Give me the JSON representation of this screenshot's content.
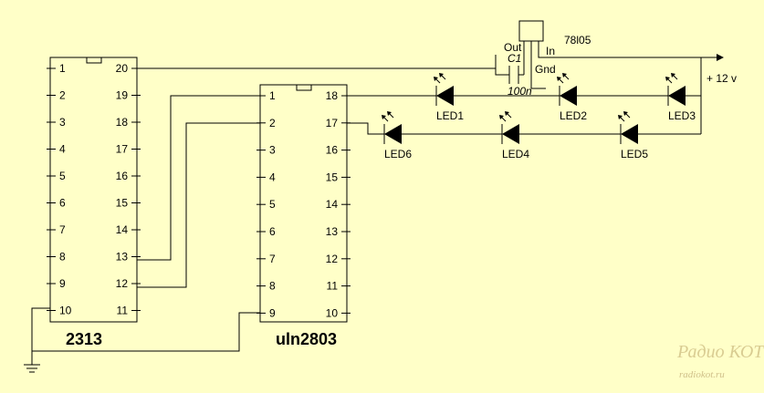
{
  "ic_2313": {
    "name": "2313",
    "left_pins": [
      "1",
      "2",
      "3",
      "4",
      "5",
      "6",
      "7",
      "8",
      "9",
      "10"
    ],
    "right_pins": [
      "20",
      "19",
      "18",
      "17",
      "16",
      "15",
      "14",
      "13",
      "12",
      "11"
    ]
  },
  "ic_uln": {
    "name": "uln2803",
    "left_pins": [
      "1",
      "2",
      "3",
      "4",
      "5",
      "6",
      "7",
      "8",
      "9"
    ],
    "right_pins": [
      "18",
      "17",
      "16",
      "15",
      "14",
      "13",
      "12",
      "11",
      "10"
    ]
  },
  "regulator": {
    "name": "78l05",
    "out": "Out",
    "in": "In",
    "gnd": "Gnd"
  },
  "capacitor": {
    "name": "C1",
    "value": "100n"
  },
  "supply": {
    "label": "+ 12 v"
  },
  "leds": [
    "LED1",
    "LED2",
    "LED3",
    "LED6",
    "LED4",
    "LED5"
  ],
  "watermark": {
    "logo": "Радио КОТ",
    "url": "radiokot.ru"
  }
}
